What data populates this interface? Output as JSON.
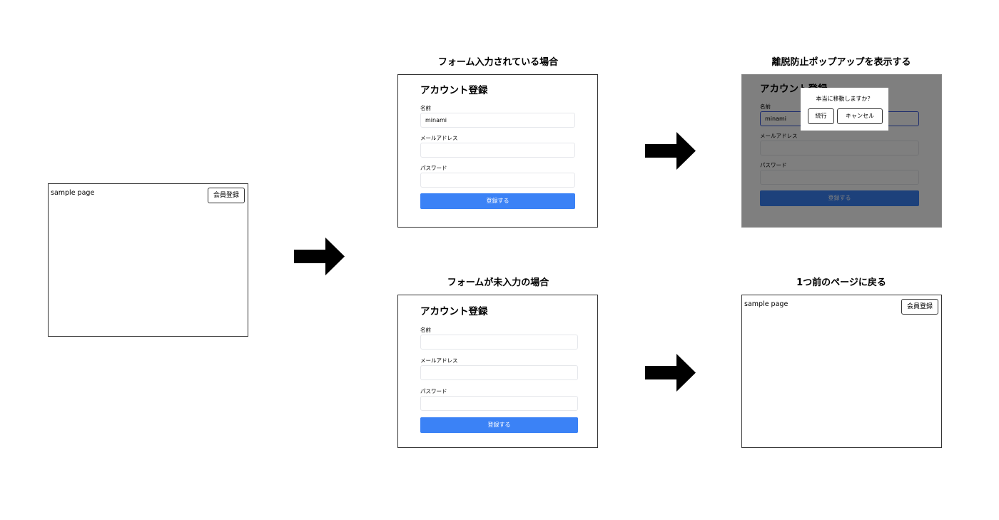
{
  "captions": {
    "filled": "フォーム入力されている場合",
    "popup": "離脱防止ポップアップを表示する",
    "empty": "フォームが未入力の場合",
    "back": "1つ前のページに戻る"
  },
  "sample_page": {
    "label": "sample page",
    "member_button": "会員登録"
  },
  "form": {
    "title": "アカウント登録",
    "name_label": "名前",
    "email_label": "メールアドレス",
    "password_label": "パスワード",
    "submit_label": "登録する",
    "filled_name_value": "minami"
  },
  "dialog": {
    "message": "本当に移動しますか？",
    "continue_label": "続行",
    "cancel_label": "キャンセル"
  },
  "colors": {
    "primary": "#3b82f6",
    "focus_border": "#3b5bdb"
  }
}
